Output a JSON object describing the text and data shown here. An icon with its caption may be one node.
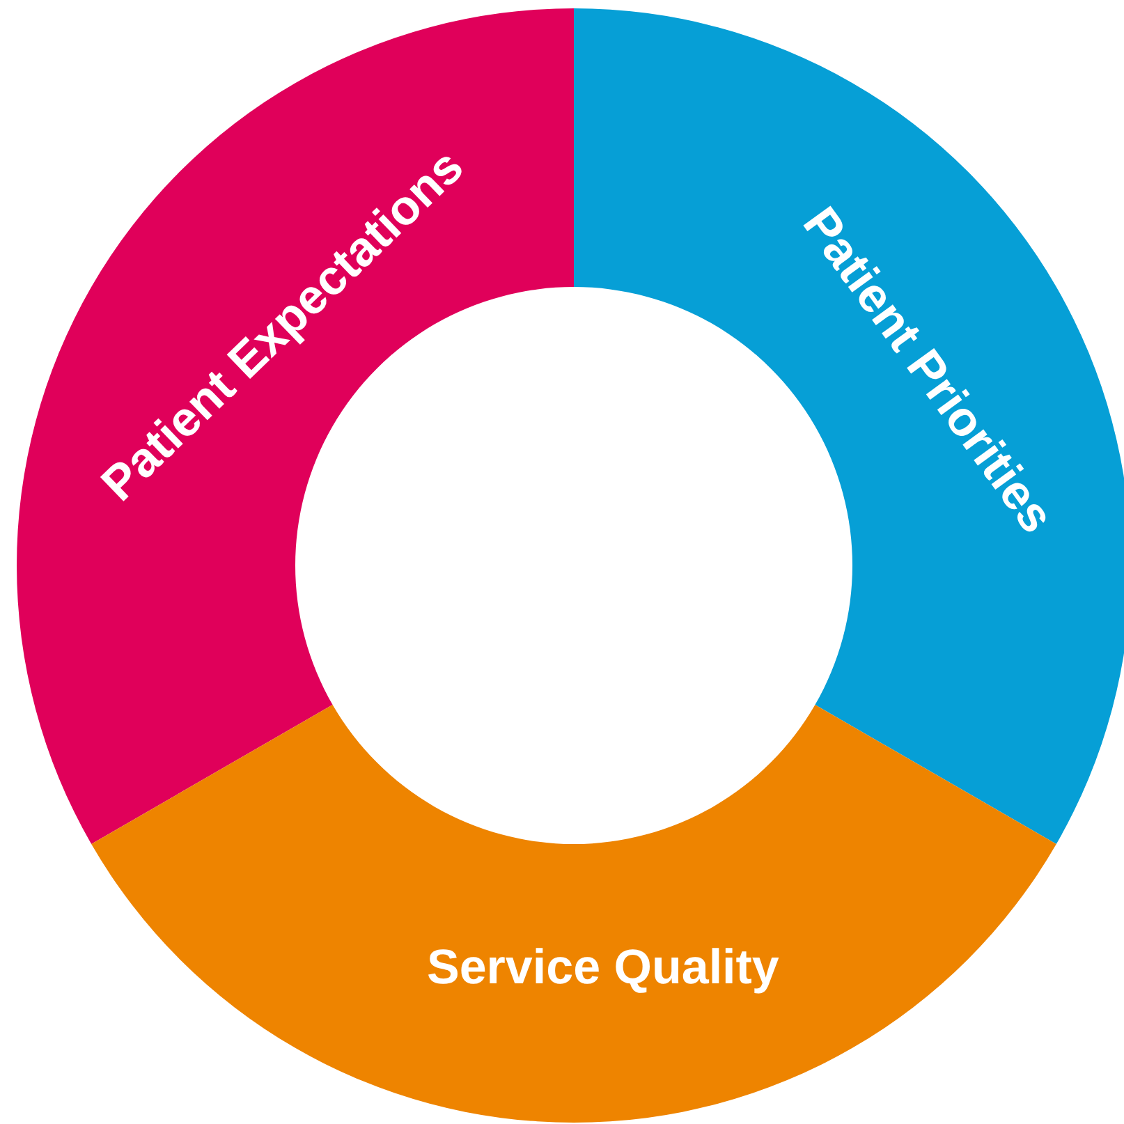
{
  "diagram": {
    "nodes": [
      {
        "text": [
          "Patient Expectations"
        ]
      },
      {
        "text": [
          "Patient Priorities"
        ]
      },
      {
        "text": [
          "Service Quality"
        ]
      }
    ]
  }
}
